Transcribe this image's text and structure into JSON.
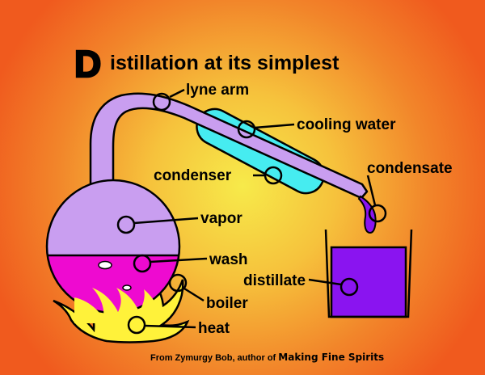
{
  "title": {
    "initial": "D",
    "rest": "istillation at its simplest"
  },
  "labels": {
    "lyne_arm": "lyne arm",
    "cooling_water": "cooling water",
    "condensate": "condensate",
    "condenser": "condenser",
    "vapor": "vapor",
    "wash": "wash",
    "distillate": "distillate",
    "boiler": "boiler",
    "heat": "heat"
  },
  "footer": {
    "prefix": "From Zymurgy Bob, author of ",
    "book": "Making Fine Spirits"
  },
  "colors": {
    "background_edge": "#f05a1e",
    "background_center": "#f7ea4a",
    "vapor": "#c99ef0",
    "wash": "#ee0ad0",
    "condenser_water": "#46ecf0",
    "distillate": "#8a14f0",
    "flame": "#fff23a",
    "title_initial": "#ffe94a"
  }
}
